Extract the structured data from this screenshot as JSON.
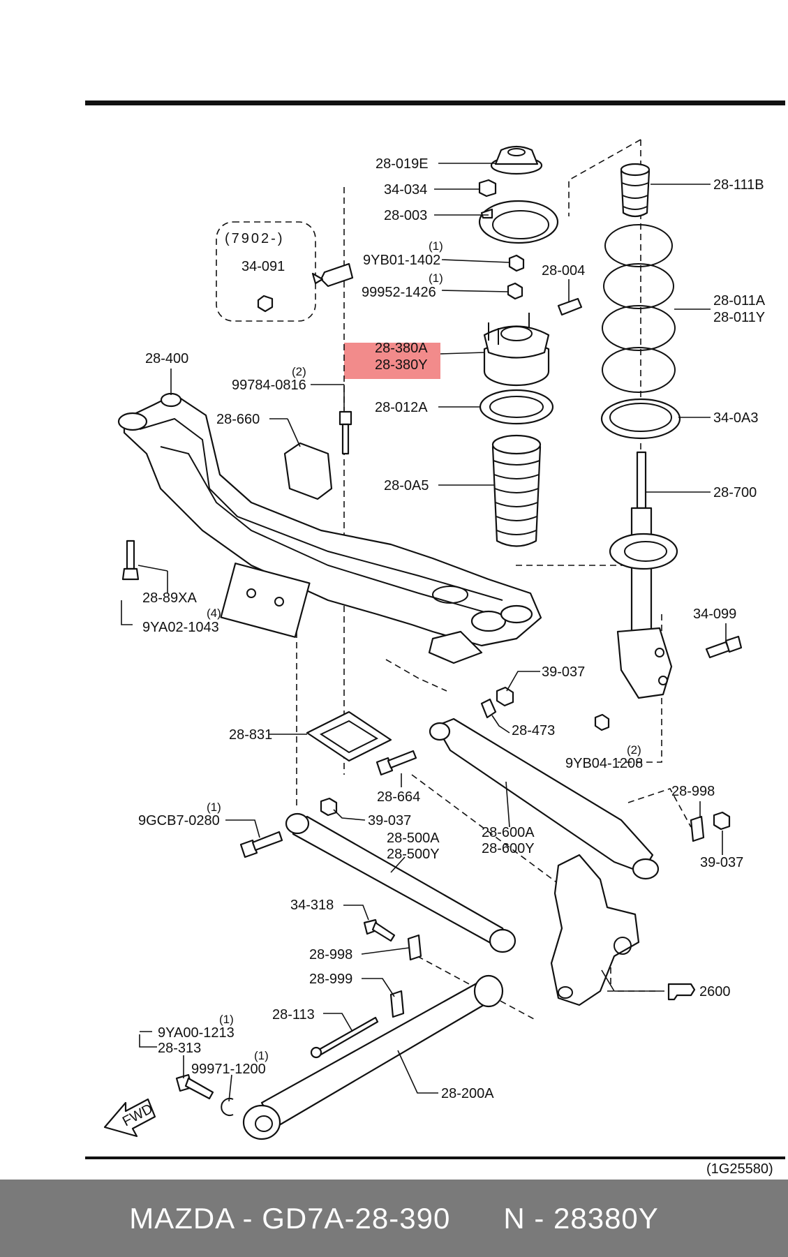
{
  "diagram": {
    "labels": {
      "p_28_019E": "28-019E",
      "p_34_034": "34-034",
      "p_28_003": "28-003",
      "p_9YB01_1402": "9YB01-1402",
      "q_9YB01_1402": "(1)",
      "p_99952_1426": "99952-1426",
      "q_99952_1426": "(1)",
      "p_28_004": "28-004",
      "p_28_380A": "28-380A",
      "p_28_380Y": "28-380Y",
      "p_28_012A": "28-012A",
      "p_28_0A5": "28-0A5",
      "p_28_111B": "28-111B",
      "p_28_011A": "28-011A",
      "p_28_011Y": "28-011Y",
      "p_34_0A3": "34-0A3",
      "p_28_700": "28-700",
      "p_34_099": "34-099",
      "p_7902": "(7902-)",
      "p_34_091": "34-091",
      "p_28_400": "28-400",
      "p_99784_0816": "99784-0816",
      "q_99784_0816": "(2)",
      "p_28_660": "28-660",
      "p_28_89XA": "28-89XA",
      "p_9YA02_1043": "9YA02-1043",
      "q_9YA02_1043": "(4)",
      "p_39_037_a": "39-037",
      "p_28_473": "28-473",
      "p_9YB04_1208": "9YB04-1208",
      "q_9YB04_1208": "(2)",
      "p_28_831": "28-831",
      "p_28_664": "28-664",
      "p_28_998_a": "28-998",
      "p_39_037_b": "39-037",
      "p_9GCB7_0280": "9GCB7-0280",
      "q_9GCB7_0280": "(1)",
      "p_39_037_c": "39-037",
      "p_28_500A": "28-500A",
      "p_28_500Y": "28-500Y",
      "p_28_600A": "28-600A",
      "p_28_600Y": "28-600Y",
      "p_34_318": "34-318",
      "p_28_998_b": "28-998",
      "p_28_999": "28-999",
      "p_2600": "2600",
      "p_28_113": "28-113",
      "p_9YA00_1213": "9YA00-1213",
      "q_9YA00_1213": "(1)",
      "p_28_313": "28-313",
      "p_99971_1200": "99971-1200",
      "q_99971_1200": "(1)",
      "p_28_200A": "28-200A",
      "fwd": "FWD",
      "ref_code": "(1G25580)"
    },
    "highlight_color": "#f28b8b",
    "line_color": "#111111"
  },
  "footer": {
    "text": "MAZDA - GD7A-28-390      N - 28380Y",
    "background": "#7a7a7a",
    "color": "#ffffff"
  }
}
